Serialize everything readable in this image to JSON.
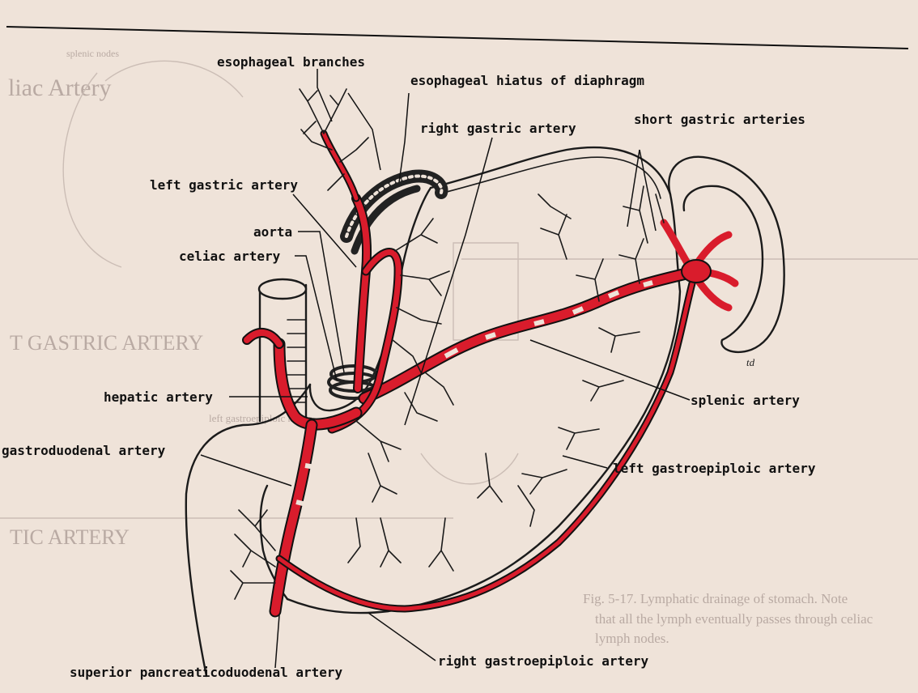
{
  "labels": {
    "esophageal_branches": "esophageal branches",
    "esophageal_hiatus": "esophageal hiatus of diaphragm",
    "right_gastric": "right gastric artery",
    "short_gastric": "short gastric arteries",
    "left_gastric": "left gastric artery",
    "aorta": "aorta",
    "celiac": "celiac artery",
    "hepatic": "hepatic artery",
    "splenic": "splenic artery",
    "gastroduodenal": "gastroduodenal artery",
    "left_gastroepiploic": "left gastroepiploic artery",
    "right_gastroepiploic": "right gastroepiploic artery",
    "superior_pancreaticoduodenal": "superior pancreaticoduodenal artery",
    "signature": "td"
  },
  "bleed_through": {
    "heading_1": "liac Artery",
    "heading_2": "T GASTRIC ARTERY",
    "heading_3": "TIC ARTERY",
    "small_1": "splenic nodes",
    "small_2": "left gastroepiploic nodes",
    "caption_1": "Fig. 5-17. Lymphatic drainage of stomach. Note",
    "caption_2": "that all the lymph eventually passes through celiac",
    "caption_3": "lymph nodes."
  },
  "colors": {
    "paper": "#efe3d9",
    "artery": "#d91c2c",
    "ink": "#1b1b1b"
  }
}
